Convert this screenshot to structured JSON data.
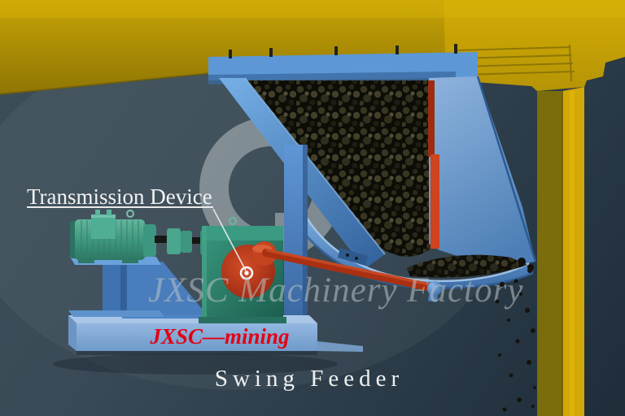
{
  "scene": {
    "description": "3D render of a mining swing feeder hanging under a yellow overhead frame, with motor drive unit, red crank wheel, ore hopper and curved discharge tray"
  },
  "labels": {
    "callout": "Transmission Device",
    "brand": "JXSC—mining",
    "title": "Swing Feeder",
    "watermark": "JXSC Machinery Factory"
  },
  "colors": {
    "background_top": "#3e4e59",
    "background_bottom": "#1f2d3a",
    "beam_yellow": "#c7a306",
    "column_yellow_bright": "#d2a708",
    "column_yellow_dark": "#7b6d0b",
    "hopper_blue": "#5d97d6",
    "tray_blue": "#6aa3dd",
    "base_plate_blue": "#8fb4de",
    "motor_teal": "#4aa88e",
    "gearbox_teal": "#2e8673",
    "crank_red": "#c23718",
    "accent_strip_red": "#cf431e",
    "brand_text_red": "#e50014",
    "label_text_white": "#f2f2f2",
    "watermark_gray": "#bcc4c8",
    "ore_dark": "#0d0d07"
  }
}
